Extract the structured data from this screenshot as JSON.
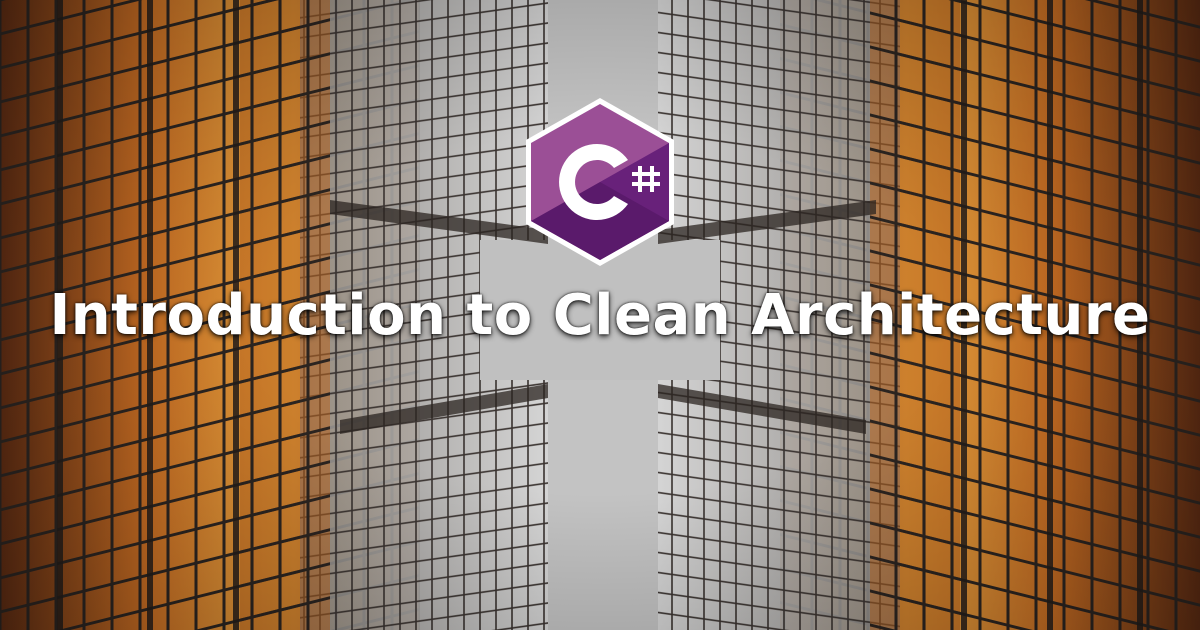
{
  "title": "Introduction to Clean Architecture",
  "logo": {
    "icon": "csharp-logo-icon",
    "glyph": "C",
    "hash": "#",
    "colors": {
      "hex_light": "#9b4f96",
      "hex_mid": "#68217a",
      "hex_dark": "#5a1a6b",
      "ring": "#ffffff"
    }
  },
  "background": {
    "icon": "skyscraper-facades-photo",
    "colors": {
      "sky": "#b8b8b8",
      "glass_warm": "#d98a2b",
      "glass_deep": "#a4501a",
      "frame": "#2b2420",
      "glass_cool": "#d9d9d9"
    }
  }
}
